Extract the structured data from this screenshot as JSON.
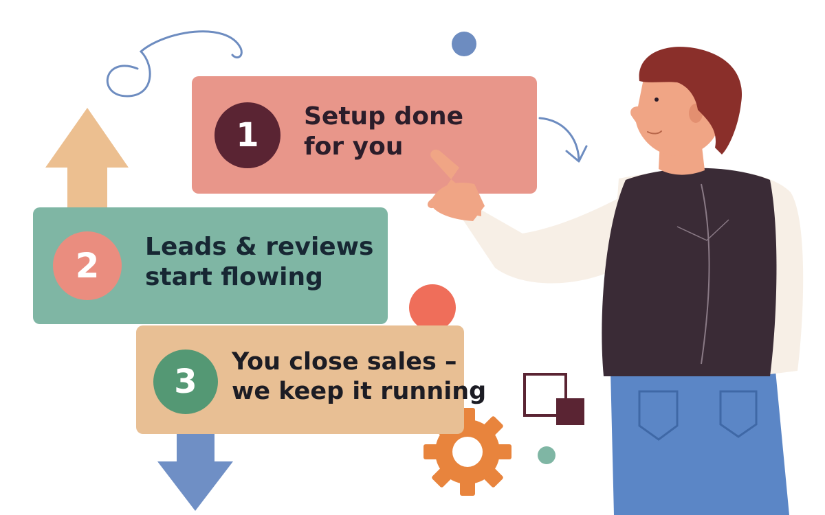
{
  "colors": {
    "step1_card": "#e8968a",
    "step1_badge": "#5a2433",
    "step2_card": "#7fb6a4",
    "step2_badge": "#ea8d7f",
    "step3_card": "#e8bf94",
    "step3_badge": "#549874",
    "arrow_up": "#ecbf90",
    "arrow_down": "#6f8fc5",
    "accent_blue": "#6d8cc0",
    "accent_coral": "#ef6e5a",
    "gear": "#e8843d",
    "vest": "#3a2b36",
    "jeans": "#5b86c6",
    "hair": "#8a2f2a",
    "skin": "#f0a585",
    "shirt": "#f7efe6"
  },
  "icons": [
    "arrow-up-icon",
    "arrow-down-icon",
    "gear-icon",
    "squares-icon",
    "curved-arrow-icon",
    "swirl-icon",
    "dot-icon"
  ],
  "steps": [
    {
      "number": "1",
      "line1": "Setup done",
      "line2": "for you"
    },
    {
      "number": "2",
      "line1": "Leads & reviews",
      "line2": "start flowing"
    },
    {
      "number": "3",
      "line1": "You close sales –",
      "line2": "we keep it running"
    }
  ]
}
